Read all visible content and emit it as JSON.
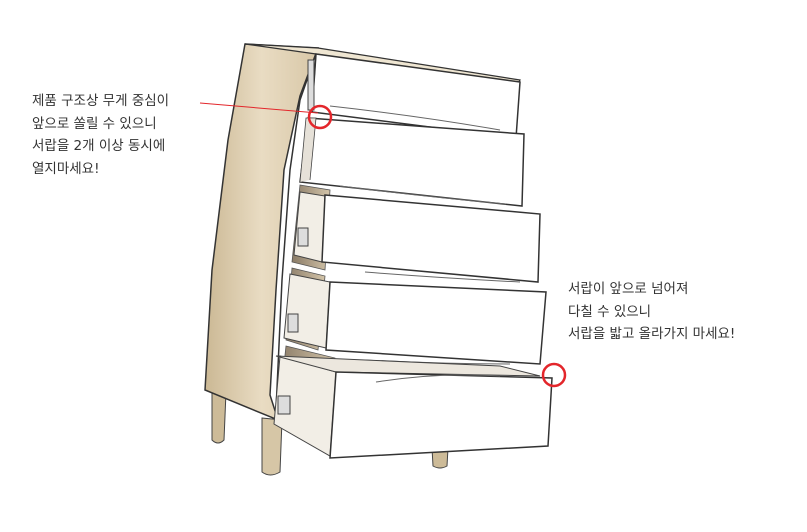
{
  "warnings": {
    "left": {
      "lines": [
        "제품 구조상 무게 중심이",
        "앞으로 쏠릴 수 있으니",
        "서랍을 2개 이상 동시에",
        "열지마세요!"
      ]
    },
    "right": {
      "lines": [
        "서랍이 앞으로 넘어져",
        "다칠 수 있으니",
        "서랍을 밟고 올라가지 마세요!"
      ]
    }
  },
  "colors": {
    "marker": "#e3262b",
    "line": "#333333",
    "wood": "#e9dcc3",
    "wood_dark": "#cdbb98",
    "panel": "#ffffff"
  },
  "icons": [
    "warning-circle-marker",
    "warning-circle-marker"
  ]
}
